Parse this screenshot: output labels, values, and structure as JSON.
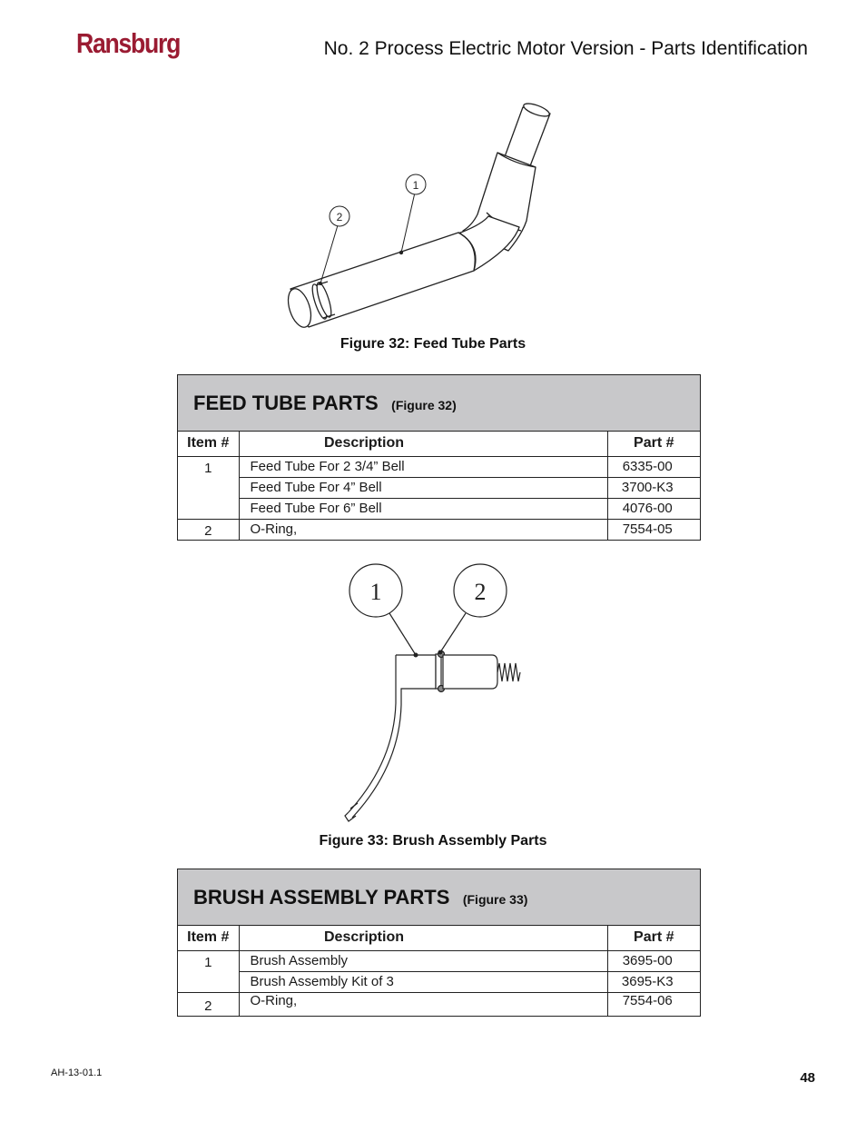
{
  "header": {
    "brand": "Ransburg",
    "title": "No. 2 Process Electric Motor Version - Parts Identification"
  },
  "figure32": {
    "caption": "Figure 32: Feed Tube Parts",
    "callouts": [
      "1",
      "2"
    ]
  },
  "feed_tube_table": {
    "title": "FEED TUBE PARTS",
    "figure_ref": "(Figure 32)",
    "columns": [
      "Item #",
      "Description",
      "Part #"
    ],
    "rows": [
      {
        "item": "1",
        "description": "Feed Tube  For 2 3/4” Bell",
        "part": "6335-00"
      },
      {
        "item": "",
        "description": "Feed Tube For 4” Bell",
        "part": "3700-K3"
      },
      {
        "item": "",
        "description": "Feed Tube For 6” Bell",
        "part": "4076-00"
      },
      {
        "item": "2",
        "description": "O-Ring,",
        "part": "7554-05"
      }
    ]
  },
  "figure33": {
    "caption": "Figure 33: Brush Assembly Parts",
    "callouts": [
      "1",
      "2"
    ]
  },
  "brush_table": {
    "title": "BRUSH ASSEMBLY PARTS",
    "figure_ref": "(Figure 33)",
    "columns": [
      "Item #",
      "Description",
      "Part #"
    ],
    "rows": [
      {
        "item": "1",
        "description": "Brush Assembly",
        "part": "3695-00"
      },
      {
        "item": "",
        "description": "Brush Assembly Kit of 3",
        "part": "3695-K3"
      },
      {
        "item": "2",
        "description": "O-Ring,",
        "part": "7554-06"
      }
    ]
  },
  "footer": {
    "doc_number": "AH-13-01.1",
    "page_number": "48"
  }
}
